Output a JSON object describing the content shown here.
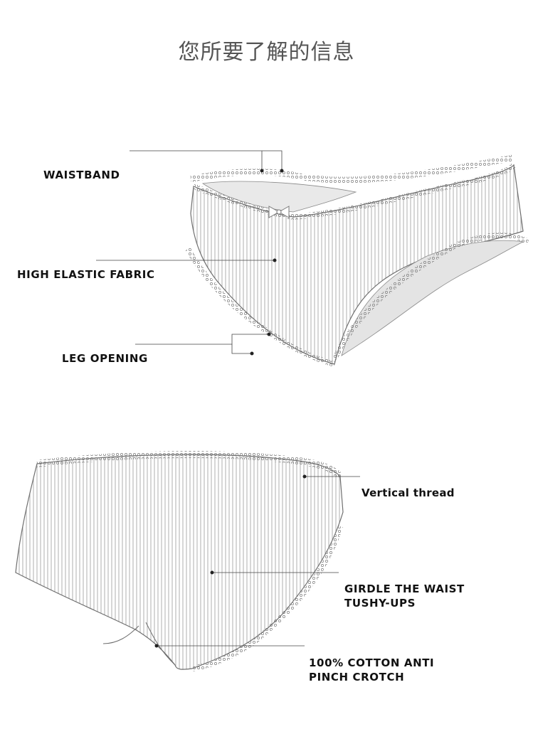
{
  "title": "您所要了解的信息",
  "labels": {
    "waistband": "WAISTBAND",
    "high_elastic_fabric": "HIGH ELASTIC FABRIC",
    "leg_opening": "LEG OPENING",
    "vertical_thread": "Vertical thread",
    "girdle_line1": "GIRDLE THE WAIST",
    "girdle_line2": "TUSHY-UPS",
    "cotton_line1": "100% COTTON ANTI",
    "cotton_line2": "PINCH CROTCH"
  },
  "colors": {
    "sketch": "#6e6e6e",
    "leader": "#444444",
    "text": "#111111",
    "title": "#555555"
  }
}
